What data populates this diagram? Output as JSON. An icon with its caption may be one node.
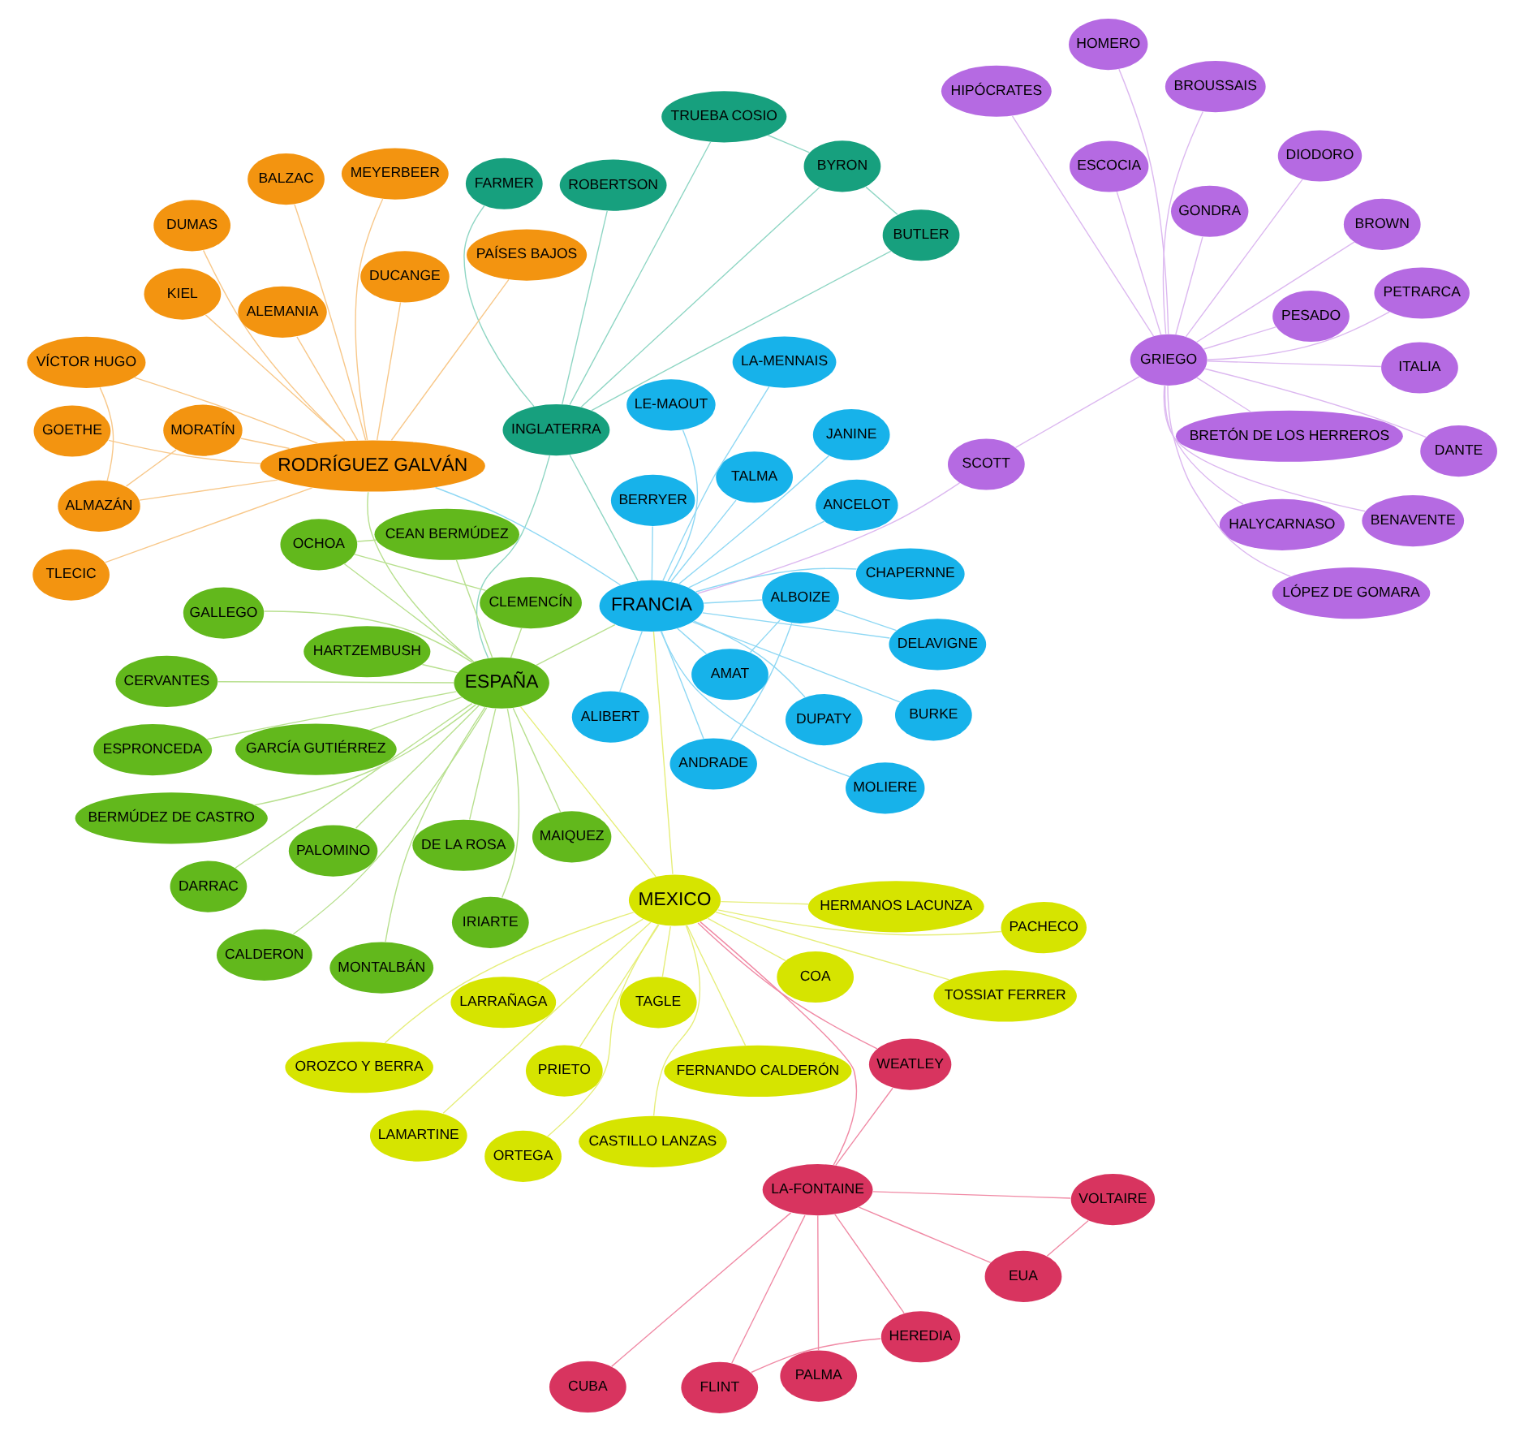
{
  "diagram": {
    "nodes": [
      {
        "text": [
          "LAMARTINE"
        ]
      },
      {
        "text": [
          "PACHECO"
        ]
      },
      {
        "text": [
          "CASTILLO LANZAS"
        ]
      },
      {
        "text": [
          "LARRAÑAGA"
        ]
      },
      {
        "text": [
          "HERMANOS LACUNZA"
        ]
      },
      {
        "text": [
          "PRIETO"
        ]
      },
      {
        "text": [
          "ORTEGA"
        ]
      },
      {
        "text": [
          "TOSSIAT FERRER"
        ]
      },
      {
        "text": [
          "TAGLE"
        ]
      },
      {
        "text": [
          "COA"
        ]
      },
      {
        "text": [
          "FERNANDO CALDERÓN"
        ]
      },
      {
        "text": [
          "OROZCO Y BERRA"
        ]
      },
      {
        "text": [
          "MEXICO"
        ]
      },
      {
        "text": [
          "HEREDIA"
        ]
      },
      {
        "text": [
          "VOLTAIRE"
        ]
      },
      {
        "text": [
          "PALMA"
        ]
      },
      {
        "text": [
          "EUA"
        ]
      },
      {
        "text": [
          "FLINT"
        ]
      },
      {
        "text": [
          "WEATLEY"
        ]
      },
      {
        "text": [
          "LA-FONTAINE"
        ]
      },
      {
        "text": [
          "CUBA"
        ]
      },
      {
        "text": [
          "BYRON"
        ]
      },
      {
        "text": [
          "ROBERTSON"
        ]
      },
      {
        "text": [
          "TRUEBA COSIO"
        ]
      },
      {
        "text": [
          "FARMER"
        ]
      },
      {
        "text": [
          "BUTLER"
        ]
      },
      {
        "text": [
          "INGLATERRA"
        ]
      },
      {
        "text": [
          "PALOMINO"
        ]
      },
      {
        "text": [
          "MONTALBÁN"
        ]
      },
      {
        "text": [
          "MAIQUEZ"
        ]
      },
      {
        "text": [
          "HARTZEMBUSH"
        ]
      },
      {
        "text": [
          "DE LA ROSA"
        ]
      },
      {
        "text": [
          "CALDERON"
        ]
      },
      {
        "text": [
          "CERVANTES"
        ]
      },
      {
        "text": [
          "CLEMENCÍN"
        ]
      },
      {
        "text": [
          "IRIARTE"
        ]
      },
      {
        "text": [
          "GARCÍA GUTIÉRREZ"
        ]
      },
      {
        "text": [
          "CEAN BERMÚDEZ"
        ]
      },
      {
        "text": [
          "BERMÚDEZ DE CASTRO"
        ]
      },
      {
        "text": [
          "DARRAC"
        ]
      },
      {
        "text": [
          "OCHOA"
        ]
      },
      {
        "text": [
          "GALLEGO"
        ]
      },
      {
        "text": [
          "ESPRONCEDA"
        ]
      },
      {
        "text": [
          "ESPAÑA"
        ]
      },
      {
        "text": [
          "SCOTT"
        ]
      },
      {
        "text": [
          "GRIEGO"
        ]
      },
      {
        "text": [
          "BENAVENTE"
        ]
      },
      {
        "text": [
          "HALYCARNASO"
        ]
      },
      {
        "text": [
          "ITALIA"
        ]
      },
      {
        "text": [
          "DANTE"
        ]
      },
      {
        "text": [
          "ESCOCIA"
        ]
      },
      {
        "text": [
          "PETRARCA"
        ]
      },
      {
        "text": [
          "DIODORO"
        ]
      },
      {
        "text": [
          "BROUSSAIS"
        ]
      },
      {
        "text": [
          "BROWN"
        ]
      },
      {
        "text": [
          "LÓPEZ DE GOMARA"
        ]
      },
      {
        "text": [
          "BRETÓN DE LOS HERREROS"
        ]
      },
      {
        "text": [
          "HOMERO"
        ]
      },
      {
        "text": [
          "PESADO"
        ]
      },
      {
        "text": [
          "HIPÓCRATES"
        ]
      },
      {
        "text": [
          "GONDRA"
        ]
      },
      {
        "text": [
          "FRANCIA"
        ]
      },
      {
        "text": [
          "ANDRADE"
        ]
      },
      {
        "text": [
          "TALMA"
        ]
      },
      {
        "text": [
          "DELAVIGNE"
        ]
      },
      {
        "text": [
          "ALIBERT"
        ]
      },
      {
        "text": [
          "ANCELOT"
        ]
      },
      {
        "text": [
          "CHAPERNNE"
        ]
      },
      {
        "text": [
          "BURKE"
        ]
      },
      {
        "text": [
          "BERRYER"
        ]
      },
      {
        "text": [
          "MOLIERE"
        ]
      },
      {
        "text": [
          "LA-MENNAIS"
        ]
      },
      {
        "text": [
          "LE-MAOUT"
        ]
      },
      {
        "text": [
          "AMAT"
        ]
      },
      {
        "text": [
          "DUPATY"
        ]
      },
      {
        "text": [
          "ALBOIZE"
        ]
      },
      {
        "text": [
          "JANINE"
        ]
      },
      {
        "text": [
          "ALMAZÁN"
        ]
      },
      {
        "text": [
          "VÍCTOR HUGO"
        ]
      },
      {
        "text": [
          "MORATÍN"
        ]
      },
      {
        "text": [
          "KIEL"
        ]
      },
      {
        "text": [
          "GOETHE"
        ]
      },
      {
        "text": [
          "PAÍSES BAJOS"
        ]
      },
      {
        "text": [
          "TLECIC"
        ]
      },
      {
        "text": [
          "DUCANGE"
        ]
      },
      {
        "text": [
          "BALZAC"
        ]
      },
      {
        "text": [
          "MEYERBEER"
        ]
      },
      {
        "text": [
          "DUMAS"
        ]
      },
      {
        "text": [
          "ALEMANIA"
        ]
      },
      {
        "text": [
          "RODRÍGUEZ GALVÁN"
        ]
      }
    ],
    "edges": [
      {
        "from": 0,
        "to": 12,
        "arrow": "none",
        "color": "#e6ee7a"
      },
      {
        "from": 1,
        "to": 12,
        "arrow": "none",
        "color": "#e6ee7a"
      },
      {
        "from": 2,
        "to": 12,
        "arrow": "none",
        "color": "#e6ee7a"
      },
      {
        "from": 3,
        "to": 12,
        "arrow": "none",
        "color": "#e6ee7a"
      },
      {
        "from": 4,
        "to": 12,
        "arrow": "none",
        "color": "#e6ee7a"
      },
      {
        "from": 5,
        "to": 12,
        "arrow": "none",
        "color": "#e6ee7a"
      },
      {
        "from": 6,
        "to": 12,
        "arrow": "none",
        "color": "#e6ee7a"
      },
      {
        "from": 7,
        "to": 12,
        "arrow": "none",
        "color": "#e6ee7a"
      },
      {
        "from": 8,
        "to": 12,
        "arrow": "none",
        "color": "#e6ee7a"
      },
      {
        "from": 9,
        "to": 12,
        "arrow": "none",
        "color": "#e6ee7a"
      },
      {
        "from": 10,
        "to": 12,
        "arrow": "none",
        "color": "#e6ee7a"
      },
      {
        "from": 11,
        "to": 12,
        "arrow": "none",
        "color": "#e6ee7a"
      },
      {
        "from": 13,
        "to": 19,
        "arrow": "none",
        "color": "#f08aa5"
      },
      {
        "from": 14,
        "to": 19,
        "arrow": "none",
        "color": "#f08aa5"
      },
      {
        "from": 15,
        "to": 19,
        "arrow": "none",
        "color": "#f08aa5"
      },
      {
        "from": 16,
        "to": 19,
        "arrow": "none",
        "color": "#f08aa5"
      },
      {
        "from": 17,
        "to": 19,
        "arrow": "none",
        "color": "#f08aa5"
      },
      {
        "from": 18,
        "to": 19,
        "arrow": "none",
        "color": "#f08aa5"
      },
      {
        "from": 20,
        "to": 19,
        "arrow": "none",
        "color": "#f08aa5"
      },
      {
        "from": 13,
        "to": 17,
        "arrow": "none",
        "color": "#f08aa5"
      },
      {
        "from": 14,
        "to": 16,
        "arrow": "none",
        "color": "#f08aa5"
      },
      {
        "from": 12,
        "to": 18,
        "arrow": "none",
        "color": "#f08aa5"
      },
      {
        "from": 21,
        "to": 26,
        "arrow": "none",
        "color": "#8fd6c4"
      },
      {
        "from": 22,
        "to": 26,
        "arrow": "none",
        "color": "#8fd6c4"
      },
      {
        "from": 23,
        "to": 26,
        "arrow": "none",
        "color": "#8fd6c4"
      },
      {
        "from": 24,
        "to": 26,
        "arrow": "none",
        "color": "#8fd6c4"
      },
      {
        "from": 25,
        "to": 26,
        "arrow": "none",
        "color": "#8fd6c4"
      },
      {
        "from": 21,
        "to": 23,
        "arrow": "none",
        "color": "#8fd6c4"
      },
      {
        "from": 21,
        "to": 25,
        "arrow": "none",
        "color": "#8fd6c4"
      },
      {
        "from": 27,
        "to": 43,
        "arrow": "none",
        "color": "#b8e08f"
      },
      {
        "from": 28,
        "to": 43,
        "arrow": "none",
        "color": "#b8e08f"
      },
      {
        "from": 29,
        "to": 43,
        "arrow": "none",
        "color": "#b8e08f"
      },
      {
        "from": 30,
        "to": 43,
        "arrow": "none",
        "color": "#b8e08f"
      },
      {
        "from": 31,
        "to": 43,
        "arrow": "none",
        "color": "#b8e08f"
      },
      {
        "from": 32,
        "to": 43,
        "arrow": "none",
        "color": "#b8e08f"
      },
      {
        "from": 33,
        "to": 43,
        "arrow": "none",
        "color": "#b8e08f"
      },
      {
        "from": 34,
        "to": 43,
        "arrow": "none",
        "color": "#b8e08f"
      },
      {
        "from": 35,
        "to": 43,
        "arrow": "none",
        "color": "#b8e08f"
      },
      {
        "from": 36,
        "to": 43,
        "arrow": "none",
        "color": "#b8e08f"
      },
      {
        "from": 37,
        "to": 43,
        "arrow": "none",
        "color": "#b8e08f"
      },
      {
        "from": 38,
        "to": 43,
        "arrow": "none",
        "color": "#b8e08f"
      },
      {
        "from": 39,
        "to": 43,
        "arrow": "none",
        "color": "#b8e08f"
      },
      {
        "from": 40,
        "to": 43,
        "arrow": "none",
        "color": "#b8e08f"
      },
      {
        "from": 41,
        "to": 43,
        "arrow": "none",
        "color": "#b8e08f"
      },
      {
        "from": 42,
        "to": 43,
        "arrow": "none",
        "color": "#b8e08f"
      },
      {
        "from": 34,
        "to": 40,
        "arrow": "none",
        "color": "#b8e08f"
      },
      {
        "from": 37,
        "to": 40,
        "arrow": "none",
        "color": "#b8e08f"
      },
      {
        "from": 44,
        "to": 45,
        "arrow": "none",
        "color": "#dcb8f0"
      },
      {
        "from": 46,
        "to": 45,
        "arrow": "none",
        "color": "#dcb8f0"
      },
      {
        "from": 47,
        "to": 45,
        "arrow": "none",
        "color": "#dcb8f0"
      },
      {
        "from": 48,
        "to": 45,
        "arrow": "none",
        "color": "#dcb8f0"
      },
      {
        "from": 49,
        "to": 45,
        "arrow": "none",
        "color": "#dcb8f0"
      },
      {
        "from": 50,
        "to": 45,
        "arrow": "none",
        "color": "#dcb8f0"
      },
      {
        "from": 51,
        "to": 45,
        "arrow": "none",
        "color": "#dcb8f0"
      },
      {
        "from": 52,
        "to": 45,
        "arrow": "none",
        "color": "#dcb8f0"
      },
      {
        "from": 53,
        "to": 45,
        "arrow": "none",
        "color": "#dcb8f0"
      },
      {
        "from": 54,
        "to": 45,
        "arrow": "none",
        "color": "#dcb8f0"
      },
      {
        "from": 55,
        "to": 45,
        "arrow": "none",
        "color": "#dcb8f0"
      },
      {
        "from": 56,
        "to": 45,
        "arrow": "none",
        "color": "#dcb8f0"
      },
      {
        "from": 57,
        "to": 45,
        "arrow": "none",
        "color": "#dcb8f0"
      },
      {
        "from": 58,
        "to": 45,
        "arrow": "none",
        "color": "#dcb8f0"
      },
      {
        "from": 59,
        "to": 45,
        "arrow": "none",
        "color": "#dcb8f0"
      },
      {
        "from": 60,
        "to": 45,
        "arrow": "none",
        "color": "#dcb8f0"
      },
      {
        "from": 62,
        "to": 61,
        "arrow": "none",
        "color": "#8fd8f4"
      },
      {
        "from": 63,
        "to": 61,
        "arrow": "none",
        "color": "#8fd8f4"
      },
      {
        "from": 64,
        "to": 61,
        "arrow": "none",
        "color": "#8fd8f4"
      },
      {
        "from": 65,
        "to": 61,
        "arrow": "none",
        "color": "#8fd8f4"
      },
      {
        "from": 66,
        "to": 61,
        "arrow": "none",
        "color": "#8fd8f4"
      },
      {
        "from": 67,
        "to": 61,
        "arrow": "none",
        "color": "#8fd8f4"
      },
      {
        "from": 68,
        "to": 61,
        "arrow": "none",
        "color": "#8fd8f4"
      },
      {
        "from": 69,
        "to": 61,
        "arrow": "none",
        "color": "#8fd8f4"
      },
      {
        "from": 70,
        "to": 61,
        "arrow": "none",
        "color": "#8fd8f4"
      },
      {
        "from": 71,
        "to": 61,
        "arrow": "none",
        "color": "#8fd8f4"
      },
      {
        "from": 72,
        "to": 61,
        "arrow": "none",
        "color": "#8fd8f4"
      },
      {
        "from": 73,
        "to": 61,
        "arrow": "none",
        "color": "#8fd8f4"
      },
      {
        "from": 74,
        "to": 61,
        "arrow": "none",
        "color": "#8fd8f4"
      },
      {
        "from": 75,
        "to": 61,
        "arrow": "none",
        "color": "#8fd8f4"
      },
      {
        "from": 76,
        "to": 61,
        "arrow": "none",
        "color": "#8fd8f4"
      },
      {
        "from": 62,
        "to": 75,
        "arrow": "none",
        "color": "#8fd8f4"
      },
      {
        "from": 64,
        "to": 75,
        "arrow": "none",
        "color": "#8fd8f4"
      },
      {
        "from": 73,
        "to": 75,
        "arrow": "none",
        "color": "#8fd8f4"
      },
      {
        "from": 77,
        "to": 89,
        "arrow": "none",
        "color": "#f8c88a"
      },
      {
        "from": 78,
        "to": 89,
        "arrow": "none",
        "color": "#f8c88a"
      },
      {
        "from": 79,
        "to": 89,
        "arrow": "none",
        "color": "#f8c88a"
      },
      {
        "from": 80,
        "to": 89,
        "arrow": "none",
        "color": "#f8c88a"
      },
      {
        "from": 81,
        "to": 89,
        "arrow": "none",
        "color": "#f8c88a"
      },
      {
        "from": 82,
        "to": 89,
        "arrow": "none",
        "color": "#f8c88a"
      },
      {
        "from": 83,
        "to": 89,
        "arrow": "none",
        "color": "#f8c88a"
      },
      {
        "from": 84,
        "to": 89,
        "arrow": "none",
        "color": "#f8c88a"
      },
      {
        "from": 85,
        "to": 89,
        "arrow": "none",
        "color": "#f8c88a"
      },
      {
        "from": 86,
        "to": 89,
        "arrow": "none",
        "color": "#f8c88a"
      },
      {
        "from": 87,
        "to": 89,
        "arrow": "none",
        "color": "#f8c88a"
      },
      {
        "from": 88,
        "to": 89,
        "arrow": "none",
        "color": "#f8c88a"
      },
      {
        "from": 77,
        "to": 78,
        "arrow": "none",
        "color": "#f8c88a"
      },
      {
        "from": 77,
        "to": 79,
        "arrow": "none",
        "color": "#f8c88a"
      },
      {
        "from": 12,
        "to": 43,
        "arrow": "none",
        "color": "#e6ee7a"
      },
      {
        "from": 12,
        "to": 61,
        "arrow": "none",
        "color": "#e6ee7a"
      },
      {
        "from": 43,
        "to": 61,
        "arrow": "none",
        "color": "#b8e08f"
      },
      {
        "from": 61,
        "to": 89,
        "arrow": "none",
        "color": "#8fd8f4"
      },
      {
        "from": 43,
        "to": 89,
        "arrow": "none",
        "color": "#b8e08f"
      },
      {
        "from": 26,
        "to": 61,
        "arrow": "none",
        "color": "#8fd6c4"
      },
      {
        "from": 26,
        "to": 43,
        "arrow": "none",
        "color": "#8fd6c4"
      },
      {
        "from": 19,
        "to": 12,
        "arrow": "none",
        "color": "#f08aa5"
      },
      {
        "from": 44,
        "to": 61,
        "arrow": "none",
        "color": "#dcb8f0"
      }
    ]
  }
}
